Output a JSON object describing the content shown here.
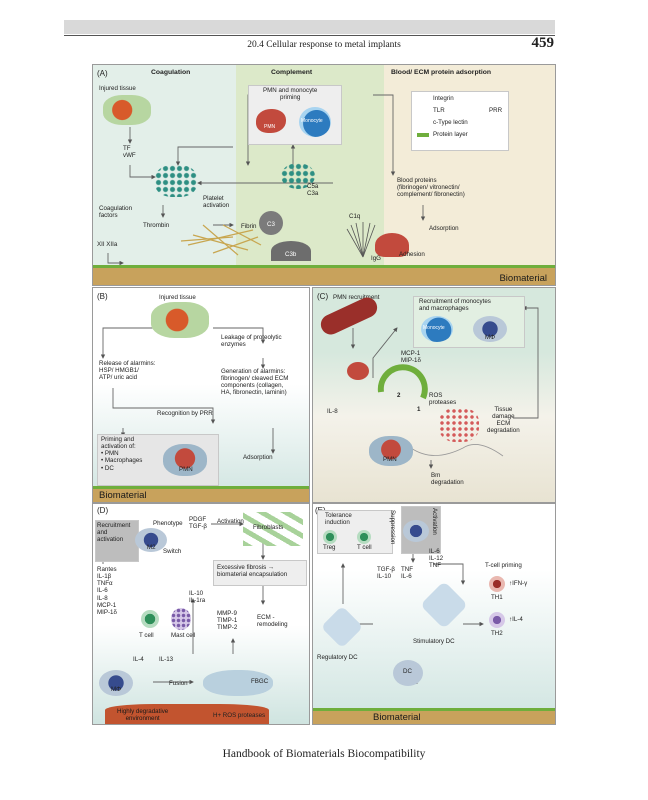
{
  "header": {
    "running_head": "20.4 Cellular response to metal implants",
    "page_number": "459"
  },
  "footer": "Handbook of Biomaterials Biocompatibility",
  "panel_a": {
    "label": "(A)",
    "col_coagulation": "Coagulation",
    "col_complement": "Complement",
    "col_adsorption": "Blood/ ECM protein adsorption",
    "injured_tissue": "Injured tissue",
    "tf_vwf": "TF\nvWF",
    "platelet_activation": "Platelet\nactivation",
    "coagulation_factors": "Coagulation\nfactors",
    "thrombin": "Thrombin",
    "fibrin": "Fibrin",
    "xii_xiia": "XII  XIIa",
    "pmn_priming": "PMN and monocyte\npriming",
    "pmn": "PMN",
    "monocyte": "Monocyte",
    "c5a_c3a": "C5a\nC3a",
    "c3": "C3",
    "c3b": "C3b",
    "c1q": "C1q",
    "igg": "IgG",
    "legend_integrin": "Integrin",
    "legend_tlr": "TLR",
    "legend_lectin": "c-Type lectin",
    "legend_prr": "PRR",
    "legend_protein": "Protein layer",
    "blood_proteins": "Blood proteins\n(fibrinogen/ vitronectin/\ncomplement/ fibronectin)",
    "adsorption": "Adsorption",
    "adhesion": "Adhesion",
    "biomaterial": "Biomaterial"
  },
  "panel_b": {
    "label": "(B)",
    "injured_tissue": "Injured tissue",
    "leakage": "Leakage of proteolytic\nenzymes",
    "release": "Release of alarmins:\nHSP/ HMGB1/\nATP/ uric acid",
    "generation": "Generation of alarmins:\nfibrinogen/ cleaved ECM\ncomponents (collagen,\nHA, fibronectin, laminin)",
    "recognition": "Recognition by PRR",
    "priming": "Priming and\nactivation of:\n• PMN\n• Macrophages\n• DC",
    "pmn": "PMN",
    "adsorption": "Adsorption",
    "biomaterial": "Biomaterial"
  },
  "panel_c": {
    "label": "(C)",
    "pmn_recruitment": "PMN recruitment",
    "recruitment_mono": "Recruitment of monocytes\nand macrophages",
    "monocyte": "Monocyte",
    "macrophage": "MΦ",
    "mcp": "MCP-1\nMIP-1δ",
    "il8": "IL-8",
    "num2": "2",
    "num1": "1",
    "ros": "ROS\nproteases",
    "tissue_damage": "Tissue\ndamage\nECM\ndegradation",
    "bm": "Bm\ndegradation",
    "pmn": "PMN"
  },
  "panel_d": {
    "label": "(D)",
    "recruitment": "Recruitment\nand\nactivation",
    "phenotype": "Phenotype",
    "switch": "Switch",
    "m2": "M2",
    "pdgf": "PDGF\nTGF-β",
    "activation": "Activation",
    "fibroblasts": "Fibroblasts",
    "excessive": "Excessive fibrosis →\nbiomaterial encapsulation",
    "rantes": "Rantes\nIL-1β\nTNFα\nIL-6\nIL-8\nMCP-1\nMIP-1δ",
    "il10": "IL-10\nIL-1ra",
    "mmp": "MMP-9\nTIMP-1\nTIMP-2",
    "ecm": "ECM -\nremodeling",
    "tcell": "T cell",
    "mastcell": "Mast cell",
    "il4": "IL-4",
    "il13": "IL-13",
    "m1": "MΦ",
    "fusion": "Fusion",
    "fbgc": "FBGC",
    "degradative": "Highly degradative\nenvironment",
    "h_ros": "H+   ROS   proteases"
  },
  "panel_e": {
    "label": "(E)",
    "tolerance": "Tolerance\ninduction",
    "treg": "Treg",
    "tcell": "T cell",
    "suppression": "Suppression",
    "activation": "Activation",
    "il6": "IL-6\nIL-12\nTNF",
    "tcell_priming": "T-cell priming",
    "ifn": "↑IFN-γ",
    "th1": "TH1",
    "il4": "↑IL-4",
    "th2": "TH2",
    "tgf": "TGF-β\nIL-10",
    "tnf": "TNF\nIL-6",
    "regulatory_dc": "Regulatory DC",
    "stimulatory_dc": "Stimulatory DC",
    "dc": "DC",
    "biomaterial": "Biomaterial"
  }
}
